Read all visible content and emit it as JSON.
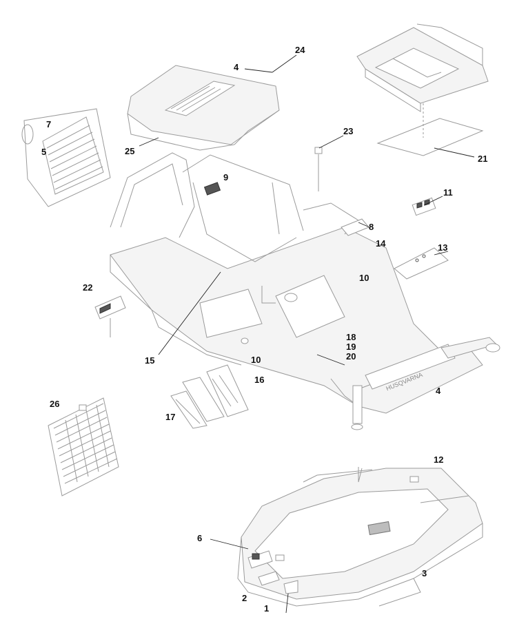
{
  "callouts": {
    "c1": "1",
    "c2": "2",
    "c3": "3",
    "c4_top": "4",
    "c4_frame": "4",
    "c5": "5",
    "c6": "6",
    "c7": "7",
    "c8": "8",
    "c9": "9",
    "c10_right": "10",
    "c10_center": "10",
    "c11": "11",
    "c12": "12",
    "c13": "13",
    "c14": "14",
    "c15": "15",
    "c16": "16",
    "c17": "17",
    "c18": "18",
    "c19": "19",
    "c20": "20",
    "c21": "21",
    "c22": "22",
    "c23": "23",
    "c24": "24",
    "c25": "25",
    "c26": "26"
  }
}
